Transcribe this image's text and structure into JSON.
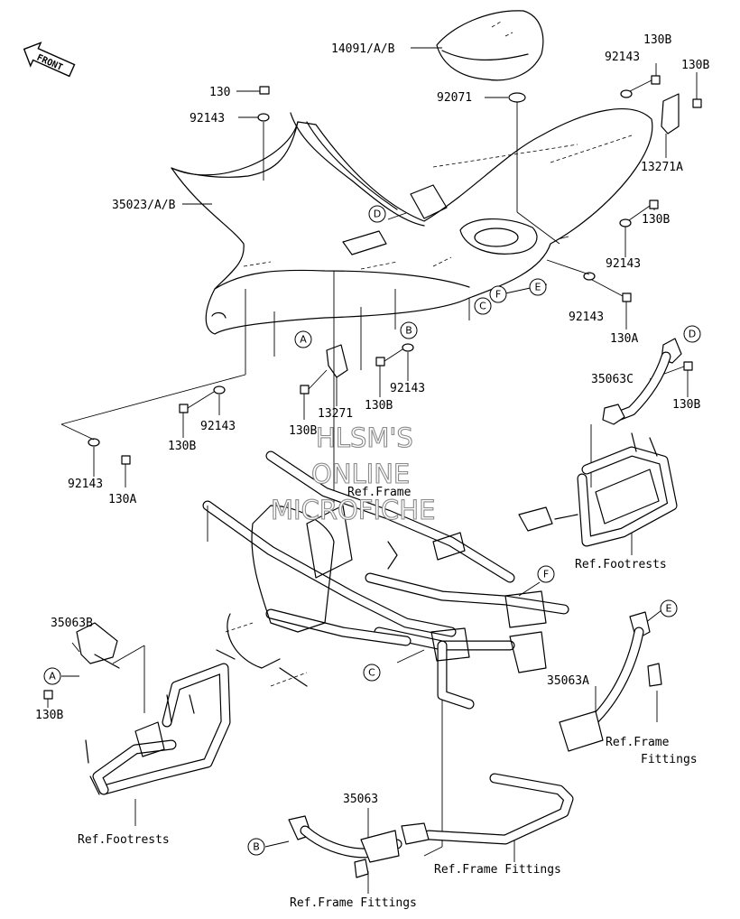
{
  "labels": {
    "p14091": "14091/A/B",
    "p92071": "92071",
    "p130_top": "130",
    "p92143_tl": "92143",
    "p35023": "35023/A/B",
    "p130B_tr1": "130B",
    "p92143_tr": "92143",
    "p130B_tr2": "130B",
    "p13271A": "13271A",
    "p130B_r": "130B",
    "p92143_r": "92143",
    "p92143_r2": "92143",
    "p130A_r": "130A",
    "p35063C": "35063C",
    "p130B_d": "130B",
    "p92143_b": "92143",
    "p130B_b": "130B",
    "p13271": "13271",
    "p130B_m": "130B",
    "p92143_m": "92143",
    "p130B_l": "130B",
    "p92143_l": "92143",
    "p130A_l": "130A",
    "ref_frame": "Ref.Frame",
    "ref_footrests_r": "Ref.Footrests",
    "p35063B": "35063B",
    "p130B_bl": "130B",
    "p35063A": "35063A",
    "ref_frame_fittings_r1": "Ref.Frame",
    "ref_frame_fittings_r2": "Fittings",
    "ref_footrests_l": "Ref.Footrests",
    "p35063": "35063",
    "ref_frame_fittings_b": "Ref.Frame Fittings",
    "ref_frame_fittings_bb": "Ref.Frame Fittings"
  },
  "callouts": {
    "A1": "A",
    "B1": "B",
    "C1": "C",
    "D1": "D",
    "E1": "E",
    "F1": "F",
    "D2": "D",
    "F2": "F",
    "C2": "C",
    "E2": "E",
    "A2": "A",
    "B2": "B"
  },
  "front_arrow": "FRONT",
  "watermark": {
    "line1": "HLSM'S",
    "line2": "ONLINE",
    "line3": "MICROFICHE"
  }
}
